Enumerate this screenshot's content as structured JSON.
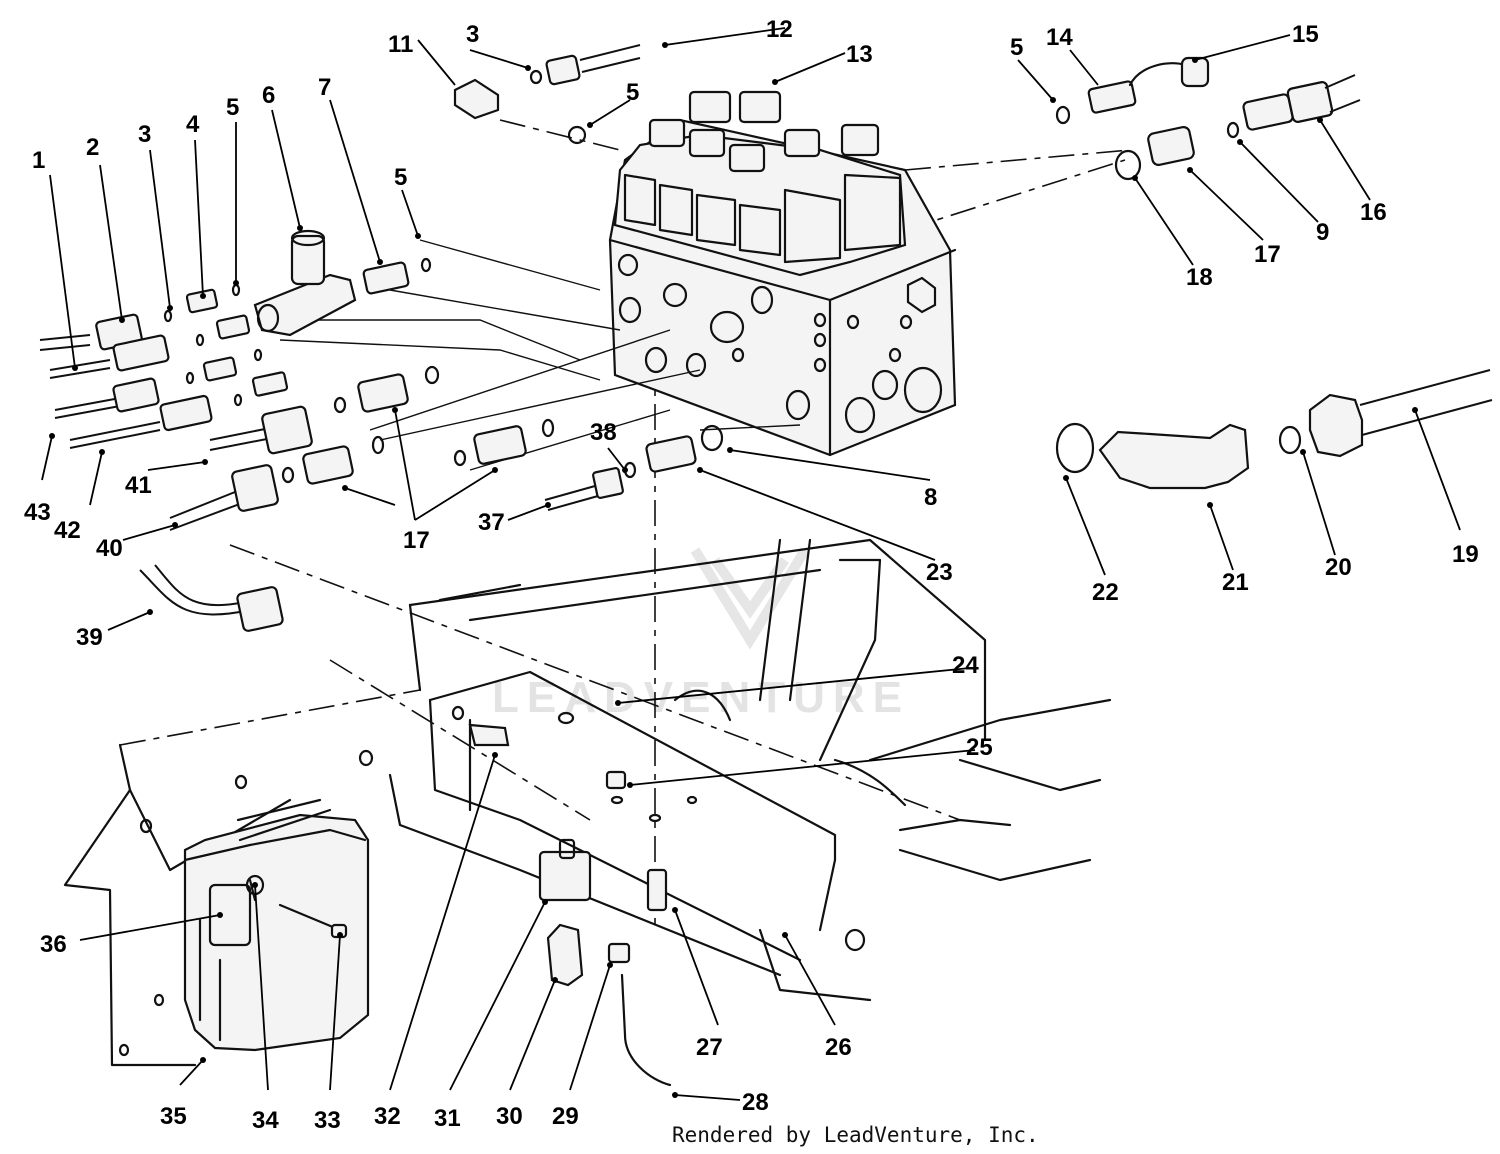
{
  "diagram": {
    "callouts": [
      {
        "id": "1",
        "label": "1"
      },
      {
        "id": "2",
        "label": "2"
      },
      {
        "id": "3a",
        "label": "3"
      },
      {
        "id": "3b",
        "label": "3"
      },
      {
        "id": "4",
        "label": "4"
      },
      {
        "id": "5a",
        "label": "5"
      },
      {
        "id": "5b",
        "label": "5"
      },
      {
        "id": "5c",
        "label": "5"
      },
      {
        "id": "5d",
        "label": "5"
      },
      {
        "id": "6",
        "label": "6"
      },
      {
        "id": "7",
        "label": "7"
      },
      {
        "id": "8",
        "label": "8"
      },
      {
        "id": "9",
        "label": "9"
      },
      {
        "id": "11",
        "label": "11"
      },
      {
        "id": "12",
        "label": "12"
      },
      {
        "id": "13",
        "label": "13"
      },
      {
        "id": "14",
        "label": "14"
      },
      {
        "id": "15",
        "label": "15"
      },
      {
        "id": "16",
        "label": "16"
      },
      {
        "id": "17a",
        "label": "17"
      },
      {
        "id": "17b",
        "label": "17"
      },
      {
        "id": "18",
        "label": "18"
      },
      {
        "id": "19",
        "label": "19"
      },
      {
        "id": "20",
        "label": "20"
      },
      {
        "id": "21",
        "label": "21"
      },
      {
        "id": "22",
        "label": "22"
      },
      {
        "id": "23",
        "label": "23"
      },
      {
        "id": "24",
        "label": "24"
      },
      {
        "id": "25",
        "label": "25"
      },
      {
        "id": "26",
        "label": "26"
      },
      {
        "id": "27",
        "label": "27"
      },
      {
        "id": "28",
        "label": "28"
      },
      {
        "id": "29",
        "label": "29"
      },
      {
        "id": "30",
        "label": "30"
      },
      {
        "id": "31",
        "label": "31"
      },
      {
        "id": "32",
        "label": "32"
      },
      {
        "id": "33",
        "label": "33"
      },
      {
        "id": "34",
        "label": "34"
      },
      {
        "id": "35",
        "label": "35"
      },
      {
        "id": "36",
        "label": "36"
      },
      {
        "id": "37",
        "label": "37"
      },
      {
        "id": "38",
        "label": "38"
      },
      {
        "id": "39",
        "label": "39"
      },
      {
        "id": "40",
        "label": "40"
      },
      {
        "id": "41",
        "label": "41"
      },
      {
        "id": "42",
        "label": "42"
      },
      {
        "id": "43",
        "label": "43"
      }
    ],
    "credit": "Rendered by LeadVenture, Inc.",
    "watermark": "LEADVENTURE"
  }
}
